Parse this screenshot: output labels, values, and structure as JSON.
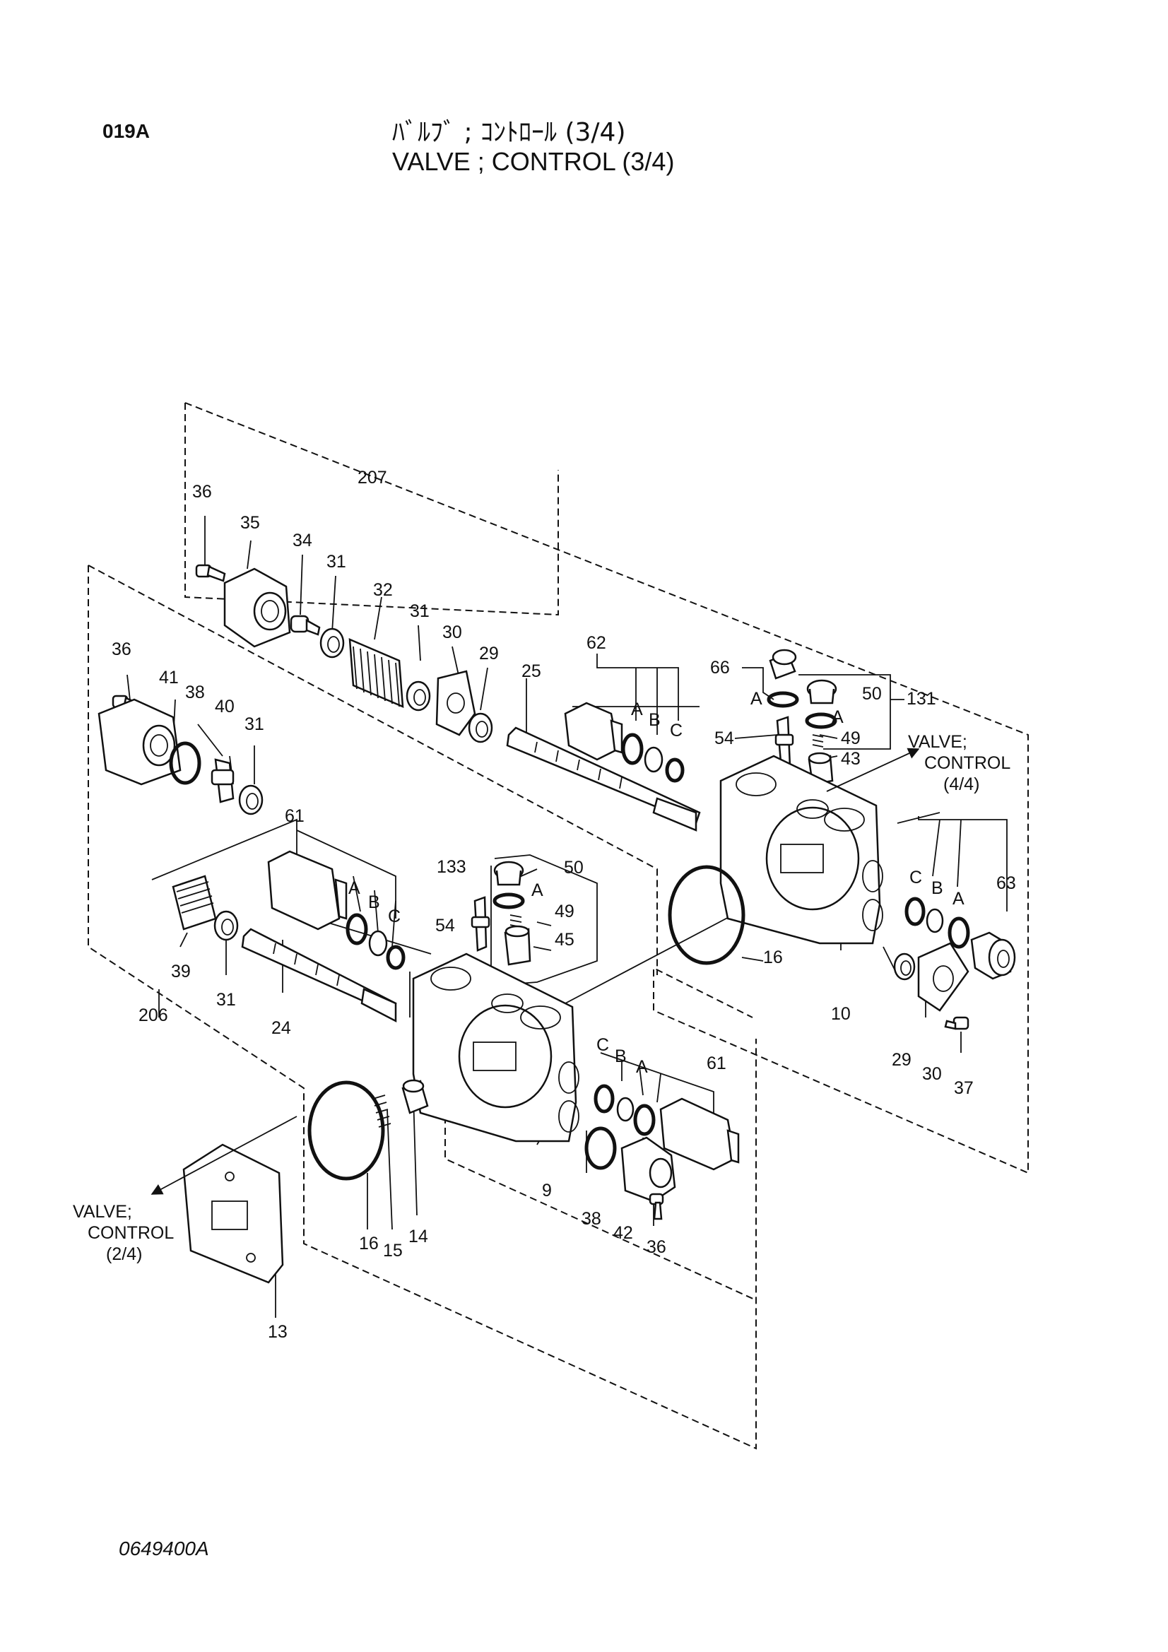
{
  "header": {
    "section_code": "019A",
    "title_jp": "ﾊﾞﾙﾌﾞ ; ｺﾝﾄﾛｰﾙ (3/4)",
    "title_en": "VALVE ; CONTROL (3/4)"
  },
  "footer": {
    "drawing_no": "0649400A"
  },
  "callouts": {
    "c207": "207",
    "c206": "206",
    "c36a": "36",
    "c35": "35",
    "c34": "34",
    "c31a": "31",
    "c32": "32",
    "c31b": "31",
    "c30a": "30",
    "c29a": "29",
    "c25": "25",
    "c62": "62",
    "c62A": "A",
    "c62B": "B",
    "c62C": "C",
    "c66": "66",
    "c66A": "A",
    "c50a": "50",
    "c50aA": "A",
    "c131": "131",
    "c54a": "54",
    "c49a": "49",
    "c43": "43",
    "c36b": "36",
    "c41": "41",
    "c38a": "38",
    "c40": "40",
    "c31c": "31",
    "c61a": "61",
    "c61aA": "A",
    "c61aB": "B",
    "c61aC": "C",
    "c39": "39",
    "c31d": "31",
    "c24": "24",
    "c133": "133",
    "c50b": "50",
    "c50bA": "A",
    "c54b": "54",
    "c49b": "49",
    "c45": "45",
    "c16a": "16",
    "c10": "10",
    "c63": "63",
    "c63C": "C",
    "c63B": "B",
    "c63A": "A",
    "c29b": "29",
    "c30b": "30",
    "c37": "37",
    "c61b": "61",
    "c61bC": "C",
    "c61bB": "B",
    "c61bA": "A",
    "c9": "9",
    "c38b": "38",
    "c42": "42",
    "c36c": "36",
    "c16b": "16",
    "c15": "15",
    "c14": "14",
    "c13": "13"
  },
  "references": {
    "next_line1": "VALVE;",
    "next_line2": "CONTROL",
    "next_line3": "(4/4)",
    "prev_line1": "VALVE;",
    "prev_line2": "CONTROL",
    "prev_line3": "(2/4)"
  }
}
